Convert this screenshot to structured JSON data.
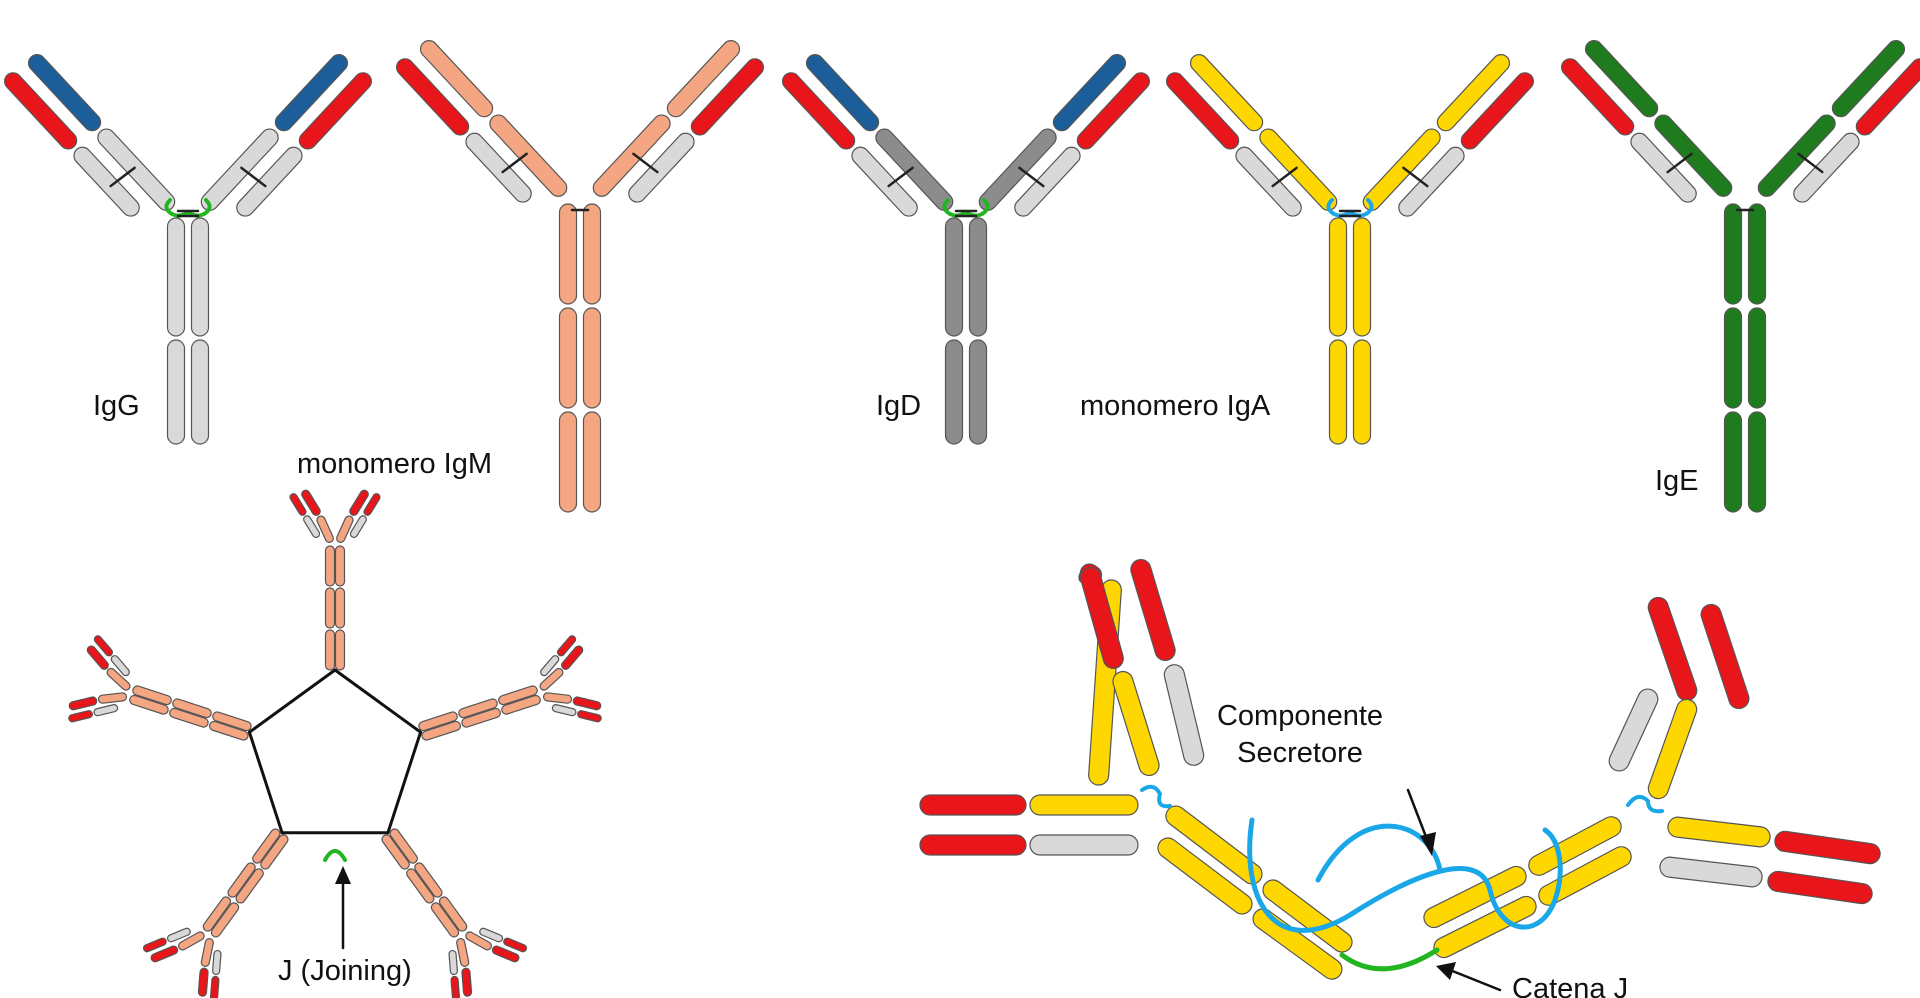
{
  "colors": {
    "variable_light": "#e8161b",
    "light_constant": "#d9d9d9",
    "igg_heavy_variable": "#1c5e9a",
    "igg_heavy": "#d9d9d9",
    "igm_heavy": "#f4a682",
    "igd_heavy": "#8c8c8c",
    "iga_heavy": "#ffd700",
    "ige_heavy": "#1e7b1e",
    "hinge_igg": "#22b522",
    "hinge_iga": "#1aa7e8",
    "j_chain": "#22b522",
    "secretory_component": "#1aa7e8",
    "outline": "#555555"
  },
  "monomers": [
    {
      "id": "igg",
      "label": "IgG"
    },
    {
      "id": "igm",
      "label": "monomero IgM"
    },
    {
      "id": "igd",
      "label": "IgD"
    },
    {
      "id": "iga",
      "label": "monomero IgA"
    },
    {
      "id": "ige",
      "label": "IgE"
    }
  ],
  "pentamer": {
    "j_label": "J (Joining)"
  },
  "dimer": {
    "secretory_label_line1": "Componente",
    "secretory_label_line2": "Secretore",
    "j_chain_label": "Catena J"
  }
}
